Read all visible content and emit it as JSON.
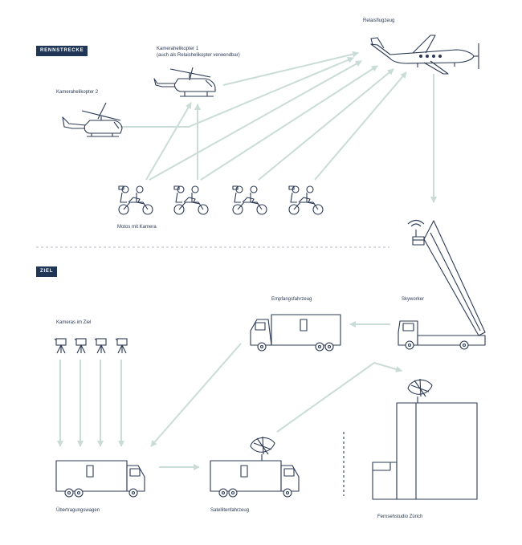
{
  "sections": {
    "race": "RENNSTRECKE",
    "finish": "ZIEL"
  },
  "labels": {
    "relay_plane": "Relaisflugzeug",
    "heli1_line1": "Kamerahelikopter 1",
    "heli1_line2": "(auch als Relaishelikopter verwendbar)",
    "heli2": "Kamerahelikopter 2",
    "motos": "Motos mit Kamera",
    "skyworker": "Skyworker",
    "receiver": "Empfangsfahrzeug",
    "finish_cameras": "Kameras im Ziel",
    "ob_van": "Übertragungswagen",
    "satellite_truck": "Satellitenfahrzeug",
    "studio": "Fernsehstudio Zürich"
  },
  "colors": {
    "ink": "#2b3a55",
    "arrow": "#c9dcd8",
    "tag_bg": "#1f3657"
  }
}
